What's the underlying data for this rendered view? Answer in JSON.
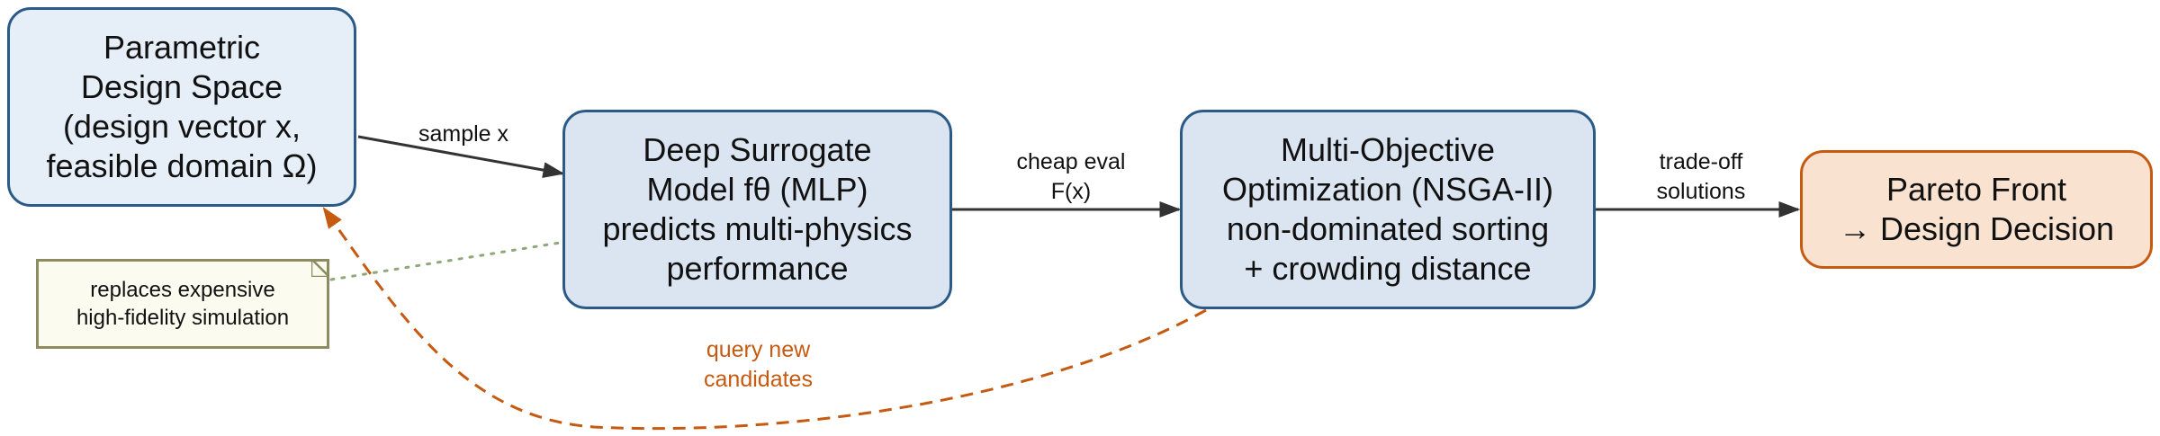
{
  "nodes": {
    "design_space": "Parametric\nDesign Space\n(design vector x,\nfeasible domain Ω)",
    "surrogate": "Deep Surrogate\nModel  fθ  (MLP)\npredicts multi-physics\nperformance",
    "optimization": "Multi-Objective\nOptimization (NSGA-II)\nnon-dominated sorting\n+ crowding distance",
    "pareto": "Pareto Front\n→ Design Decision"
  },
  "note": "replaces expensive\nhigh-fidelity simulation",
  "edges": {
    "sample": "sample x",
    "cheap_eval": "cheap eval\nF(x)",
    "tradeoff": "trade-off\nsolutions",
    "query": "query new\ncandidates"
  },
  "colors": {
    "node_fill_blue": "#dbe5f1",
    "node_border_blue": "#2b5a87",
    "node_fill_orange": "#f9e3d0",
    "node_border_orange": "#c55a11",
    "arrow": "#333333",
    "feedback_arrow": "#c55a11",
    "note_fill": "#fbfbef",
    "note_border": "#8c8c60",
    "dotted_link": "#8fa879"
  }
}
